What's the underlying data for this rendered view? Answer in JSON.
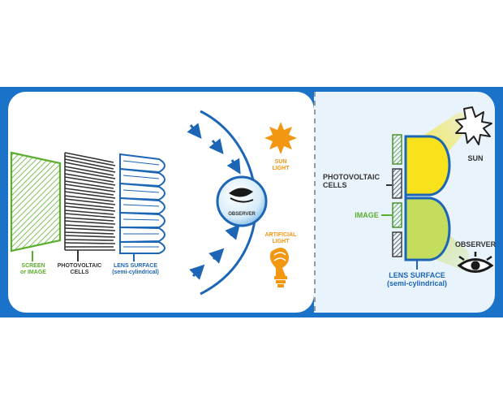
{
  "left_panel": {
    "screen_label": [
      "SCREEN",
      "or IMAGE"
    ],
    "cells_label": [
      "PHOTOVOLTAIC",
      "CELLS"
    ],
    "lens_label": [
      "LENS SURFACE",
      "(semi-cylindrical)"
    ]
  },
  "middle_panel": {
    "observer_label": "OBSERVER",
    "sun_label": [
      "SUN",
      "LIGHT"
    ],
    "artificial_label": [
      "ARTIFICIAL",
      "LIGHT"
    ]
  },
  "right_panel": {
    "sun_label": "SUN",
    "cells_label": [
      "PHOTOVOLTAIC",
      "CELLS"
    ],
    "image_label": "IMAGE",
    "observer_label": "OBSERVER",
    "lens_label": [
      "LENS SURFACE",
      "(semi-cylindrical)"
    ]
  },
  "colors": {
    "frame_blue": "#1a73c8",
    "green": "#5cae2e",
    "dark": "#333333",
    "blue": "#1c66b5",
    "orange": "#f39612",
    "yellow": "#f5e21c",
    "light_green": "#c9df66"
  },
  "icons": [
    "sun-icon",
    "lightbulb-icon",
    "eye-icon",
    "arrow-icon"
  ]
}
